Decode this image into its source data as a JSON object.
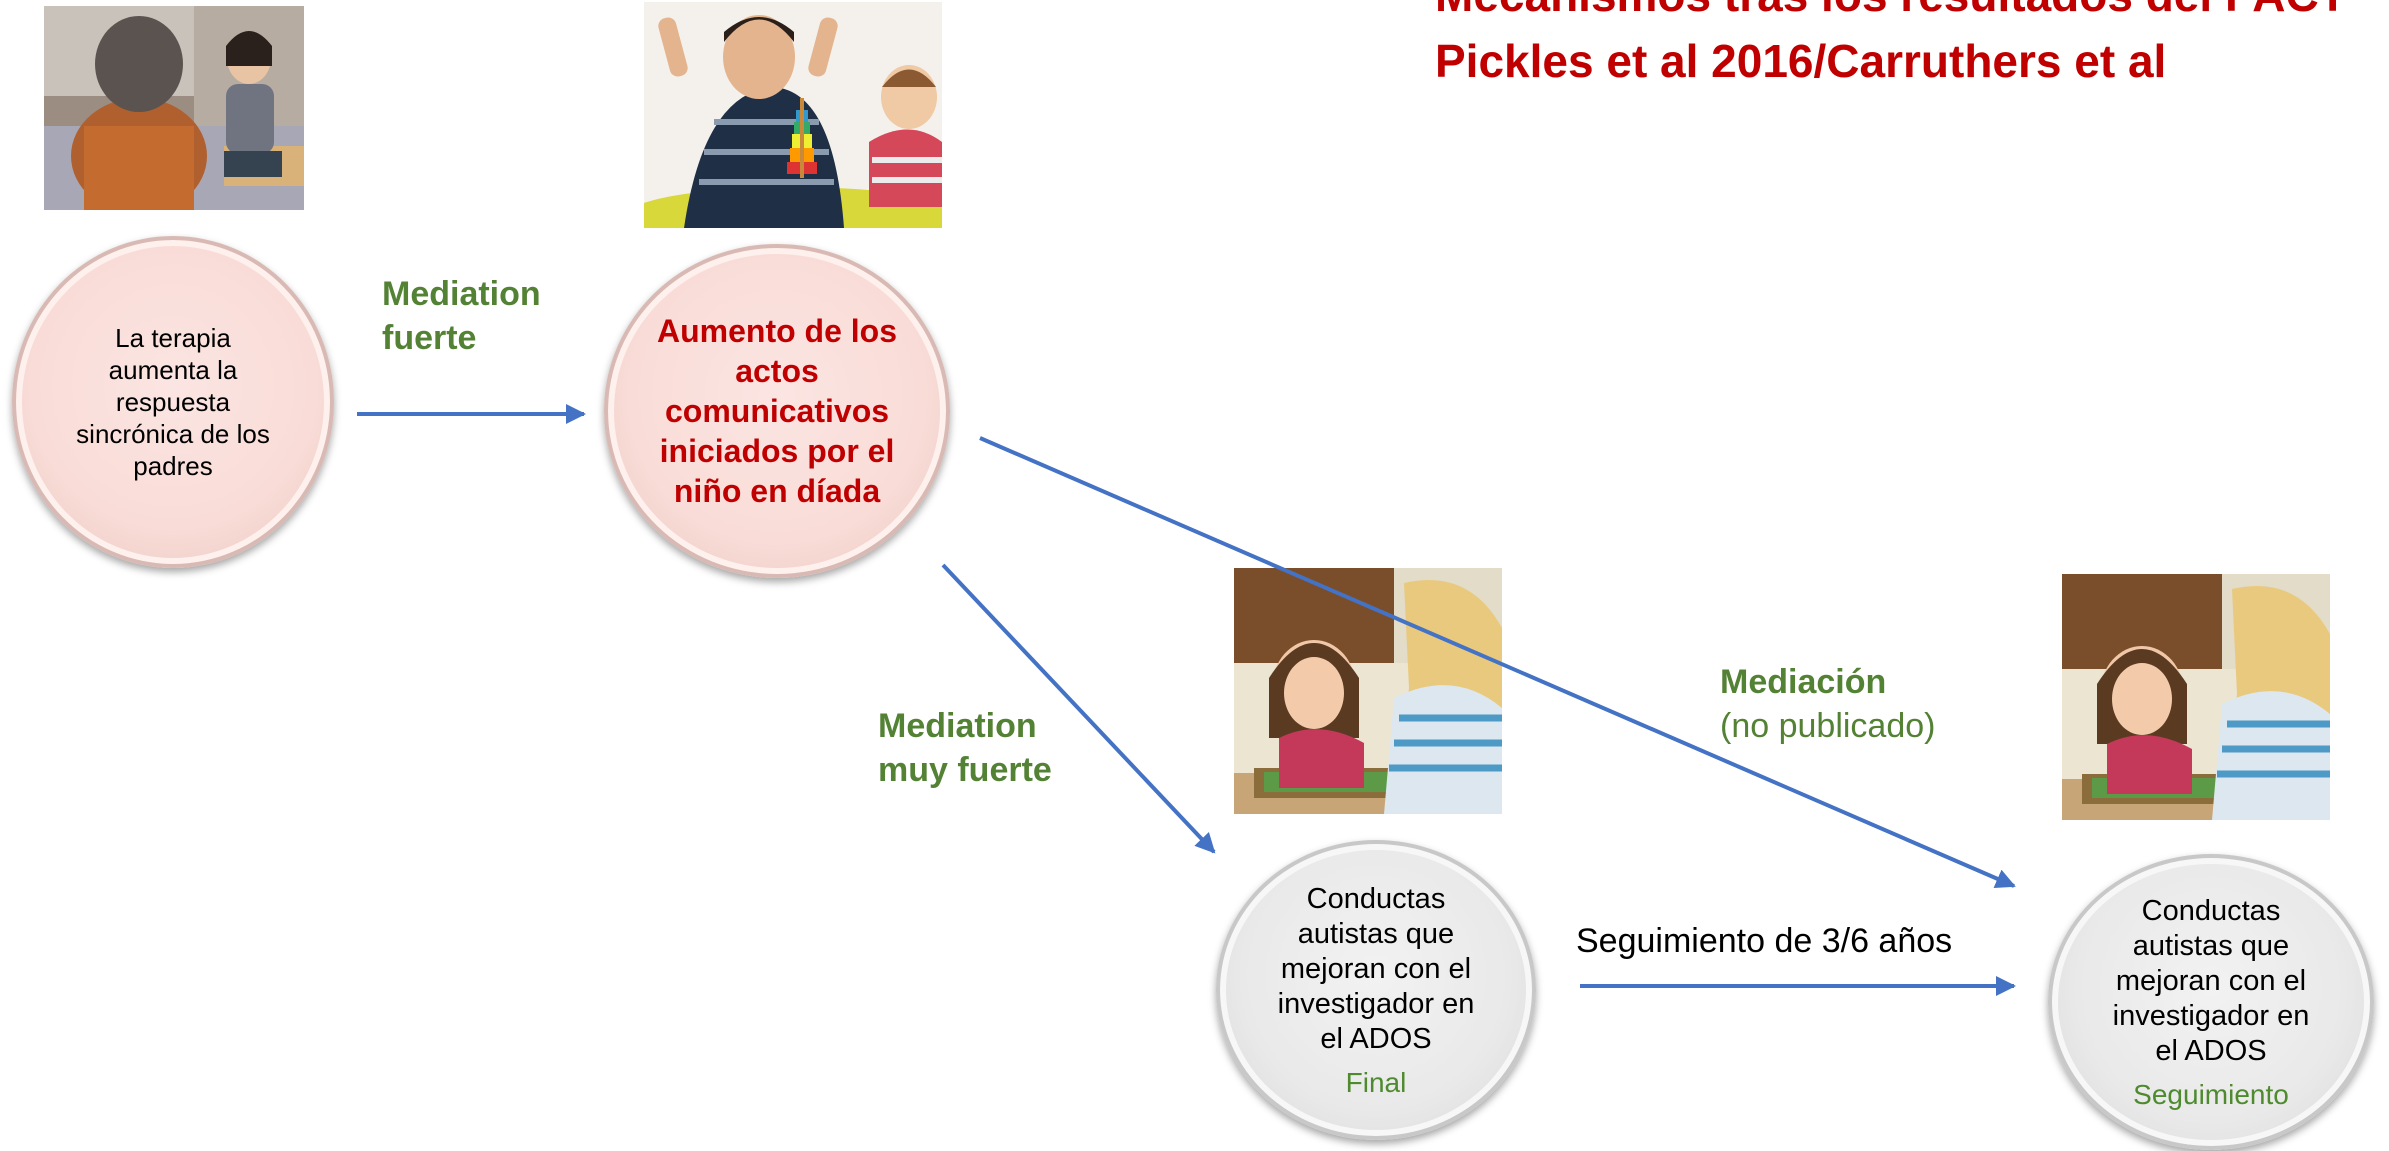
{
  "title": {
    "line1": "Mecanismos tras los resultados del PACT",
    "line2": "Pickles et al 2016/Carruthers et al"
  },
  "nodes": {
    "therapy": {
      "text": [
        "La terapia",
        "aumenta la",
        "respuesta",
        "sincrónica de los",
        "padres"
      ]
    },
    "communicative": {
      "text": [
        "Aumento de los",
        "actos",
        "comunicativos",
        "iniciados por el",
        "niño en díada"
      ]
    },
    "final": {
      "text": [
        "Conductas",
        "autistas que",
        "mejoran con el",
        "investigador en",
        "el ADOS"
      ],
      "tag": "Final"
    },
    "followup": {
      "text": [
        "Conductas",
        "autistas que",
        "mejoran con el",
        "investigador en",
        "el ADOS"
      ],
      "tag": "Seguimiento"
    }
  },
  "edges": {
    "strong": {
      "line1": "Mediation",
      "line2": "fuerte"
    },
    "very_strong": {
      "line1": "Mediation",
      "line2": "muy fuerte"
    },
    "unpublished": {
      "line1": "Mediación",
      "line2": "(no publicado)"
    },
    "follow_up": "Seguimiento de 3/6 años"
  },
  "photos": {
    "therapist_parent": "therapist-with-parent-photo",
    "parent_child_play": "parent-child-playing-photo",
    "assessment_1": "child-assessment-photo",
    "assessment_2": "child-assessment-photo"
  },
  "colors": {
    "title_red": "#c00000",
    "label_green": "#548235",
    "arrow_blue": "#4472c4",
    "pink_circle": "#f9dcd7",
    "grey_circle": "#e9e9e9"
  }
}
